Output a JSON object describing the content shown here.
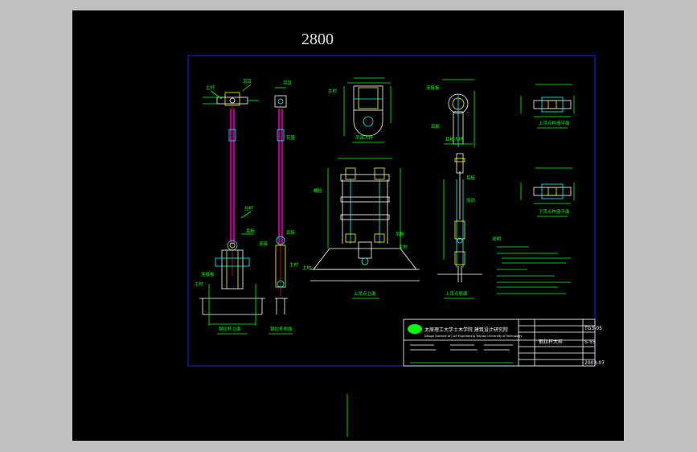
{
  "drawing": {
    "dimension_label": "2800",
    "view_labels": [
      "钢拉杆立面",
      "钢拉杆侧面",
      "吊耳大样",
      "耳板大样",
      "上吊点构造平面",
      "下吊点构造平面",
      "上吊点立面",
      "上吊点侧面"
    ],
    "title_block": {
      "institute": "太原理工大学土木学院 建筑设计研究院",
      "institute_en": "Design Institute of Civil Engineering Taiyuan University of Technology",
      "project_no": "TG3-05",
      "sheet_no": "S-55",
      "date": "2003-07",
      "title": "钢拉杆大样"
    },
    "notes_title": "说明"
  },
  "colors": {
    "background": "#000000",
    "frame": "#2020ff",
    "primary": "#00ff00",
    "steel_rod": "#ff00ff",
    "outline": "#00ffff",
    "highlight": "#ffff00"
  }
}
